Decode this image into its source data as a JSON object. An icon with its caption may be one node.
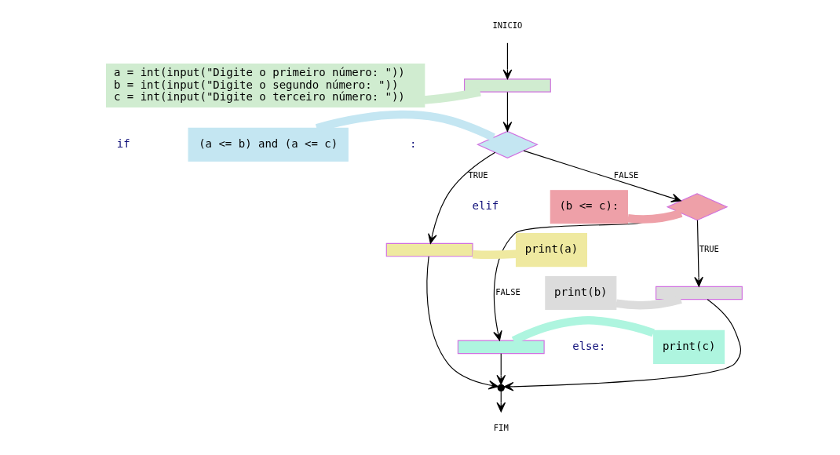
{
  "diagram": {
    "nodes": [
      {
        "text": [
          "INICIO"
        ]
      },
      {
        "text": [],
        "shape": "box"
      },
      {
        "text": [],
        "shape": "diamond"
      },
      {
        "text": [],
        "shape": "box"
      },
      {
        "text": [],
        "shape": "diamond"
      },
      {
        "text": [],
        "shape": "box"
      },
      {
        "text": [],
        "shape": "box"
      },
      {
        "text": [],
        "shape": "circle"
      },
      {
        "text": [
          "FIM"
        ]
      },
      {
        "text": [
          "a = int(input(\"Digite o primeiro número: \"))",
          "b = int(input(\"Digite o segundo número: \"))",
          "c = int(input(\"Digite o terceiro número: \"))"
        ]
      },
      {
        "text": [
          "(a <= b) and (a <= c)"
        ]
      },
      {
        "text": [
          "print(a)"
        ]
      },
      {
        "text": [
          "(b <= c):"
        ]
      },
      {
        "text": [
          "print(b)"
        ]
      },
      {
        "text": [
          "print(c)"
        ]
      }
    ],
    "edges": [
      {
        "from": 0,
        "to": 1,
        "arrow": "to"
      },
      {
        "from": 1,
        "to": 2,
        "arrow": "to"
      },
      {
        "from": 2,
        "to": 3,
        "arrow": "to",
        "label": "TRUE"
      },
      {
        "from": 2,
        "to": 4,
        "arrow": "to",
        "label": "FALSE"
      },
      {
        "from": 4,
        "to": 5,
        "arrow": "to",
        "label": "TRUE"
      },
      {
        "from": 4,
        "to": 6,
        "arrow": "to",
        "label": "FALSE"
      },
      {
        "from": 3,
        "to": 7,
        "arrow": "to"
      },
      {
        "from": 5,
        "to": 7,
        "arrow": "to"
      },
      {
        "from": 6,
        "to": 7,
        "arrow": "to"
      },
      {
        "from": 7,
        "to": 8,
        "arrow": "to"
      },
      {
        "from": 9,
        "to": 1,
        "arrow": "none",
        "style": "thick",
        "color": "#d0ecd0"
      },
      {
        "from": 10,
        "to": 2,
        "arrow": "none",
        "style": "thick",
        "color": "#c4e6f2"
      },
      {
        "from": 11,
        "to": 3,
        "arrow": "none",
        "style": "thick",
        "color": "#efe9a0"
      },
      {
        "from": 12,
        "to": 4,
        "arrow": "none",
        "style": "thick",
        "color": "#eea0a8"
      },
      {
        "from": 13,
        "to": 5,
        "arrow": "none",
        "style": "thick",
        "color": "#dcdcdc"
      },
      {
        "from": 14,
        "to": 6,
        "arrow": "none",
        "style": "thick",
        "color": "#aef5df"
      }
    ],
    "labels": [
      "if",
      ":",
      "elif",
      "else:"
    ]
  }
}
